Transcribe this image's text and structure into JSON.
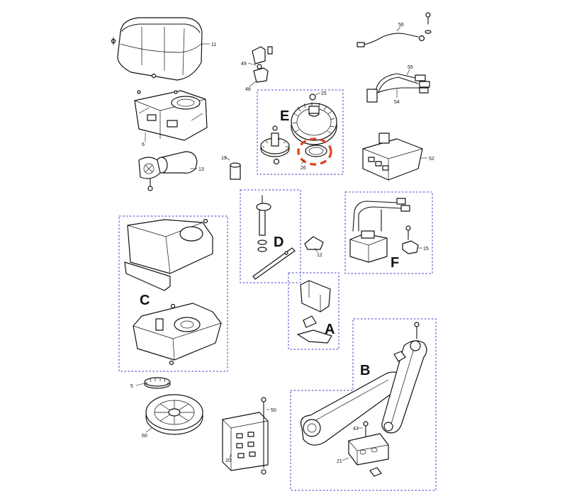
{
  "part_numbers": {
    "p11": "11",
    "p6": "6",
    "p13": "13",
    "p19": "19",
    "p49": "49",
    "p48": "48",
    "p25": "25",
    "p26": "26",
    "p56": "56",
    "p55": "55",
    "p54": "54",
    "p52": "52",
    "p12": "12",
    "p15": "15",
    "p5": "5",
    "p60": "60",
    "p50": "50",
    "p20": "20",
    "p43": "43",
    "p21": "21"
  },
  "groups": {
    "A": "A",
    "B": "B",
    "C": "C",
    "D": "D",
    "E": "E",
    "F": "F"
  },
  "colors": {
    "group_border": "#3a3acc",
    "highlight_ring": "#e2401c",
    "line": "#111111"
  }
}
